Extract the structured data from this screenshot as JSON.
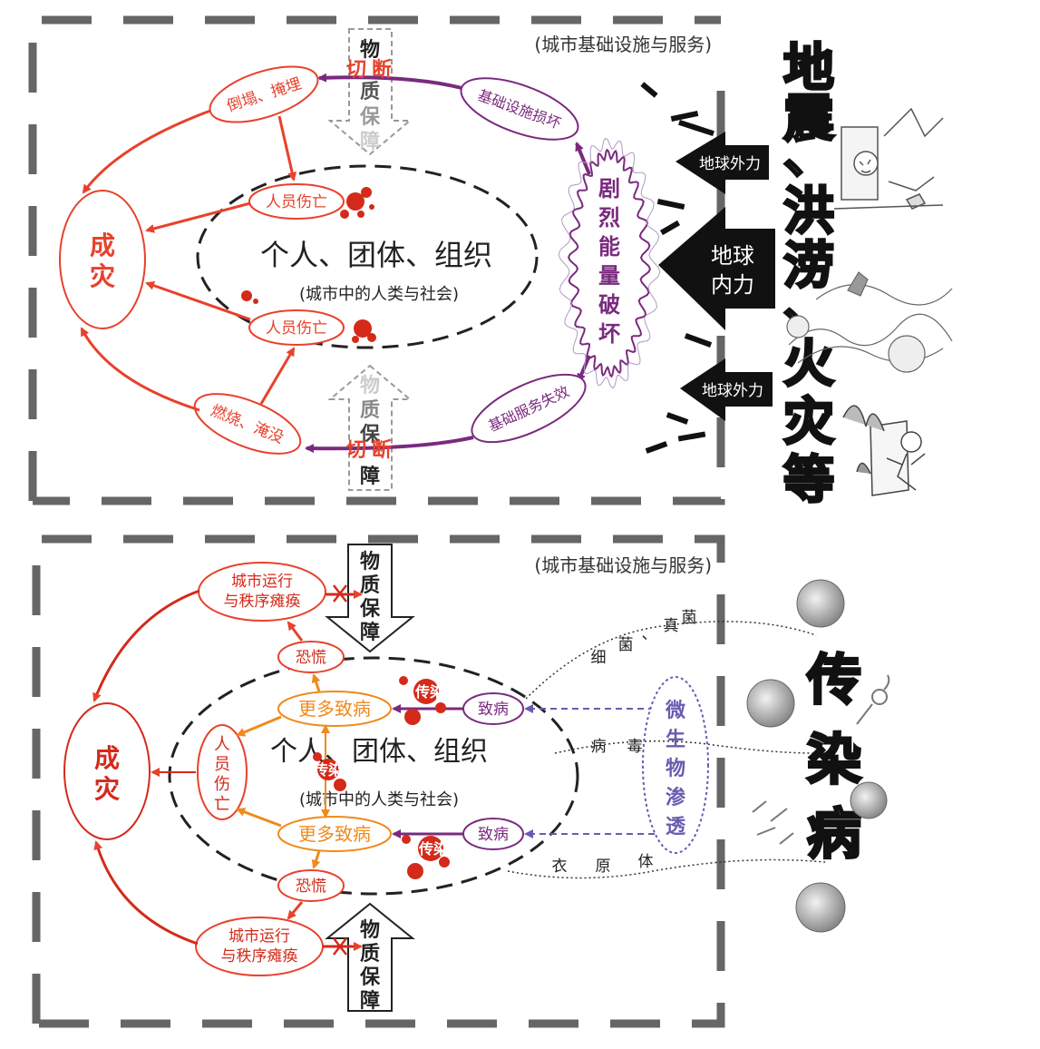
{
  "top": {
    "header": "(城市基础设施与服务)",
    "center_title": "个人、团体、组织",
    "center_sub": "(城市中的人类与社会)",
    "disaster": "成灾",
    "collapse": "倒塌、掩埋",
    "burn": "燃烧、淹没",
    "casualty_a": "人员伤亡",
    "casualty_b": "人员伤亡",
    "infra_damage": "基础设施损坏",
    "service_fail": "基础服务失效",
    "cut_a": "切断",
    "cut_b": "切断",
    "energy": [
      "剧",
      "烈",
      "能",
      "量",
      "破",
      "坏"
    ],
    "supply_top": [
      "物",
      "质",
      "保",
      "障"
    ],
    "supply_bottom": [
      "物",
      "质",
      "保",
      "障"
    ],
    "ext_force_a": "地球外力",
    "ext_force_b": "地球外力",
    "int_force": [
      "地球",
      "内力"
    ],
    "side_title": [
      "地",
      "震",
      "、",
      "洪",
      "涝",
      "、",
      "火",
      "灾",
      "等"
    ]
  },
  "bottom": {
    "header": "(城市基础设施与服务)",
    "center_title": "个人、团体、组织",
    "center_sub": "(城市中的人类与社会)",
    "disaster": "成灾",
    "paralysis_a": [
      "城市运行",
      "与秩序瘫痪"
    ],
    "paralysis_b": [
      "城市运行",
      "与秩序瘫痪"
    ],
    "panic_a": "恐慌",
    "panic_b": "恐慌",
    "more_a": "更多致病",
    "more_b": "更多致病",
    "casualty": [
      "人",
      "员",
      "伤",
      "亡"
    ],
    "infect_a": "致病",
    "infect_b": "致病",
    "spread_a": "传染",
    "spread_b": "传染",
    "spread_c": "传染",
    "micro": [
      "微",
      "生",
      "物",
      "渗",
      "透"
    ],
    "bacteria": [
      "细",
      "菌",
      "、",
      "真",
      "菌"
    ],
    "virus": [
      "病",
      "毒"
    ],
    "chlamydia": [
      "衣",
      "原",
      "体"
    ],
    "supply_top": [
      "物",
      "质",
      "保",
      "障"
    ],
    "supply_bottom": [
      "物",
      "质",
      "保",
      "障"
    ],
    "side_title": [
      "传",
      "染",
      "病"
    ]
  },
  "colors": {
    "red": "#e8412c",
    "dark_red": "#d42a1a",
    "purple": "#7a2a7e",
    "orange": "#f08a1c",
    "lavender": "#6a5bb0",
    "frame": "#666666"
  }
}
